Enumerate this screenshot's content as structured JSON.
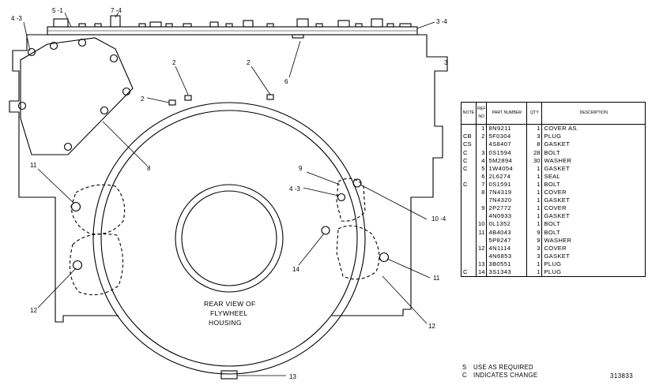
{
  "drawing": {
    "caption_lines": [
      "REAR VIEW OF",
      "FLYWHEEL",
      "HOUSING"
    ],
    "callouts": {
      "c_5_1": "5 -1",
      "c_7_4": "7 -4",
      "c_4_3_top": "4 -3",
      "c_3_4": "3 -4",
      "c_3": "3",
      "c_6": "6",
      "c_2a": "2",
      "c_2b": "2",
      "c_2c": "2",
      "c_8": "8",
      "c_11_left": "11",
      "c_9": "9",
      "c_4_3_mid": "4 -3",
      "c_10_4": "10 -4",
      "c_14": "14",
      "c_11_right": "11",
      "c_12_left": "12",
      "c_12_right": "12",
      "c_13": "13"
    }
  },
  "table": {
    "headers": {
      "note": "NOTE",
      "ref": "REF NO",
      "part": "PART NUMBER",
      "qty": "QTY",
      "desc": "DESCRIPTION"
    },
    "rows": [
      {
        "note": "",
        "ref": "1",
        "part": "8N9211",
        "qty": "1",
        "desc": "COVER  AS."
      },
      {
        "note": "CB",
        "ref": "2",
        "part": "5F0304",
        "qty": "3",
        "desc": "PLUG"
      },
      {
        "note": "CS",
        "ref": "",
        "part": "4S8407",
        "qty": "8",
        "desc": "GASKET"
      },
      {
        "note": "C",
        "ref": "3",
        "part": "0S1594",
        "qty": "28",
        "desc": "BOLT"
      },
      {
        "note": "C",
        "ref": "4",
        "part": "5M2894",
        "qty": "30",
        "desc": "WASHER"
      },
      {
        "note": "C",
        "ref": "5",
        "part": "1W4054",
        "qty": "1",
        "desc": "GASKET"
      },
      {
        "note": "",
        "ref": "6",
        "part": "2L6274",
        "qty": "1",
        "desc": "SEAL"
      },
      {
        "note": "C",
        "ref": "7",
        "part": "0S1591",
        "qty": "1",
        "desc": "BOLT"
      },
      {
        "note": "",
        "ref": "8",
        "part": "7N4319",
        "qty": "1",
        "desc": "COVER"
      },
      {
        "note": "",
        "ref": "",
        "part": "7N4320",
        "qty": "1",
        "desc": "GASKET"
      },
      {
        "note": "",
        "ref": "9",
        "part": "2P2772",
        "qty": "1",
        "desc": "COVER"
      },
      {
        "note": "",
        "ref": "",
        "part": "4N0933",
        "qty": "1",
        "desc": "GASKET"
      },
      {
        "note": "",
        "ref": "10",
        "part": "0L1352",
        "qty": "1",
        "desc": "BOLT"
      },
      {
        "note": "",
        "ref": "11",
        "part": "4B4043",
        "qty": "9",
        "desc": "BOLT"
      },
      {
        "note": "",
        "ref": "",
        "part": "5P8247",
        "qty": "9",
        "desc": "WASHER"
      },
      {
        "note": "",
        "ref": "12",
        "part": "4N1114",
        "qty": "3",
        "desc": "COVER"
      },
      {
        "note": "",
        "ref": "",
        "part": "4N6853",
        "qty": "3",
        "desc": "GASKET"
      },
      {
        "note": "",
        "ref": "13",
        "part": "3B0551",
        "qty": "1",
        "desc": "PLUG"
      },
      {
        "note": "C",
        "ref": "14",
        "part": "3S1343",
        "qty": "1",
        "desc": "PLUG"
      }
    ]
  },
  "legend": [
    {
      "key": "S",
      "text": "USE AS REQUIRED"
    },
    {
      "key": "C",
      "text": "INDICATES CHANGE"
    }
  ],
  "drawing_number": "313833"
}
